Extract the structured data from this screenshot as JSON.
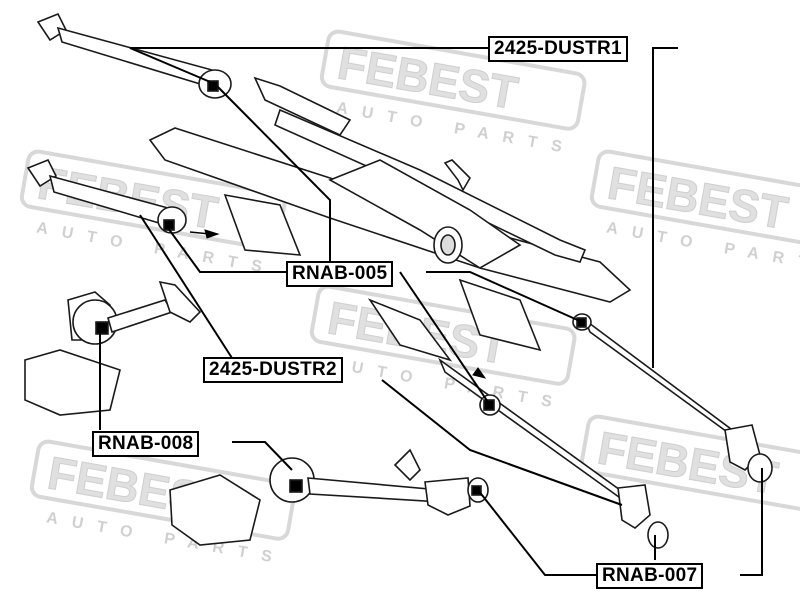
{
  "watermark": {
    "brand": "FEBEST",
    "tagline": "AUTO PARTS",
    "color": "#d9d9d9"
  },
  "labels": {
    "dustr1": "2425-DUSTR1",
    "rnab005": "RNAB-005",
    "dustr2": "2425-DUSTR2",
    "rnab008": "RNAB-008",
    "rnab007": "RNAB-007"
  },
  "colors": {
    "line": "#000000",
    "part_stroke": "#1a1a1a",
    "part_fill": "#ffffff"
  }
}
